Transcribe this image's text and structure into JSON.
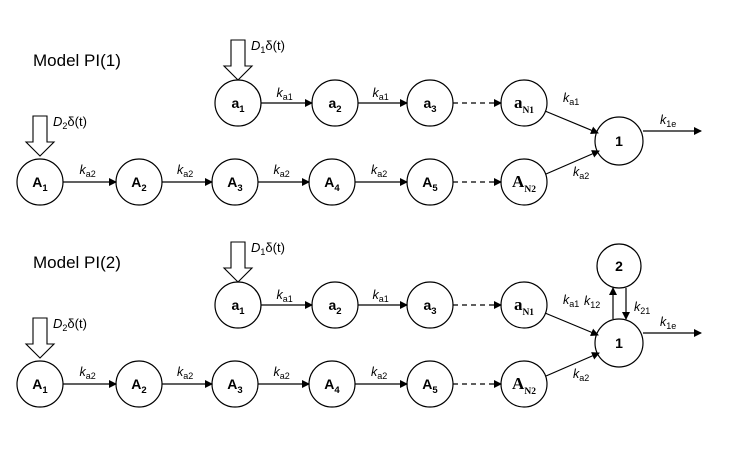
{
  "models": [
    {
      "title": "Model PI(1)",
      "dose_top": {
        "D": "D",
        "sub": "1",
        "rest": "δ(t)"
      },
      "dose_bottom": {
        "D": "D",
        "sub": "2",
        "rest": "δ(t)"
      },
      "top_chain": [
        {
          "base": "a",
          "sub": "1"
        },
        {
          "base": "a",
          "sub": "2"
        },
        {
          "base": "a",
          "sub": "3"
        },
        {
          "base": "a",
          "sub": "N1",
          "serif": true
        }
      ],
      "bottom_chain": [
        {
          "base": "A",
          "sub": "1"
        },
        {
          "base": "A",
          "sub": "2"
        },
        {
          "base": "A",
          "sub": "3"
        },
        {
          "base": "A",
          "sub": "4"
        },
        {
          "base": "A",
          "sub": "5"
        },
        {
          "base": "A",
          "sub": "N2",
          "serif": true
        }
      ],
      "top_rate": {
        "k": "k",
        "sub": "a1"
      },
      "bottom_rate": {
        "k": "k",
        "sub": "a2"
      },
      "central": "1",
      "elim_rate": {
        "k": "k",
        "sub": "1e"
      }
    },
    {
      "title": "Model PI(2)",
      "dose_top": {
        "D": "D",
        "sub": "1",
        "rest": "δ(t)"
      },
      "dose_bottom": {
        "D": "D",
        "sub": "2",
        "rest": "δ(t)"
      },
      "top_chain": [
        {
          "base": "a",
          "sub": "1"
        },
        {
          "base": "a",
          "sub": "2"
        },
        {
          "base": "a",
          "sub": "3"
        },
        {
          "base": "a",
          "sub": "N1",
          "serif": true
        }
      ],
      "bottom_chain": [
        {
          "base": "A",
          "sub": "1"
        },
        {
          "base": "A",
          "sub": "2"
        },
        {
          "base": "A",
          "sub": "3"
        },
        {
          "base": "A",
          "sub": "4"
        },
        {
          "base": "A",
          "sub": "5"
        },
        {
          "base": "A",
          "sub": "N2",
          "serif": true
        }
      ],
      "top_rate": {
        "k": "k",
        "sub": "a1"
      },
      "bottom_rate": {
        "k": "k",
        "sub": "a2"
      },
      "central": "1",
      "peripheral": "2",
      "k12": {
        "k": "k",
        "sub": "12"
      },
      "k21": {
        "k": "k",
        "sub": "21"
      },
      "elim_rate": {
        "k": "k",
        "sub": "1e"
      }
    }
  ]
}
